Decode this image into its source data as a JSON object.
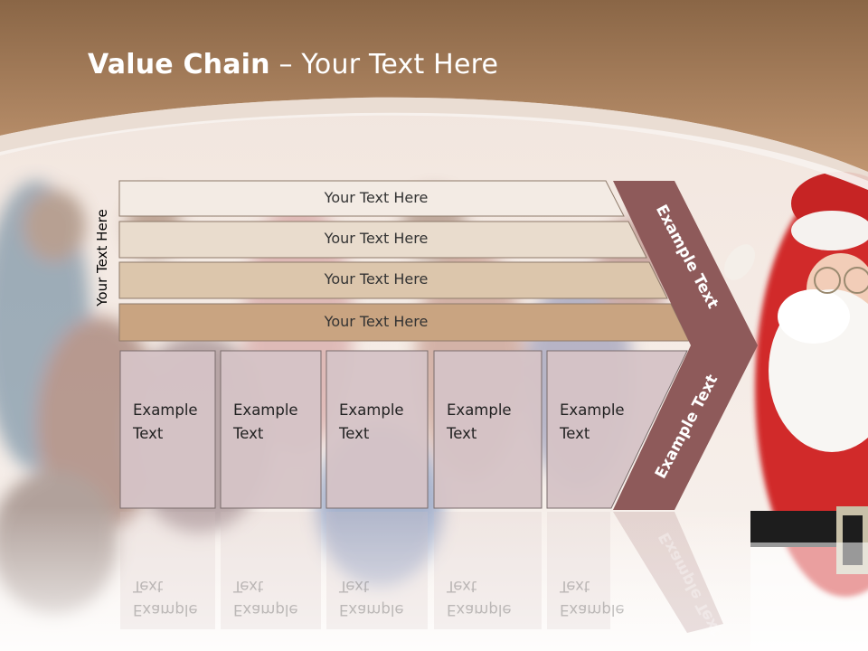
{
  "title": {
    "bold": "Value Chain",
    "rest": " – Your Text Here"
  },
  "side_label": "Your Text Here",
  "rows": [
    {
      "label": "Your Text Here",
      "color": "#f3ebe4"
    },
    {
      "label": "Your Text Here",
      "color": "#e9dccd"
    },
    {
      "label": "Your Text Here",
      "color": "#dcc6ac"
    },
    {
      "label": "Your Text Here",
      "color": "#c9a481"
    }
  ],
  "boxes": [
    {
      "line1": "Example",
      "line2": "Text"
    },
    {
      "line1": "Example",
      "line2": "Text"
    },
    {
      "line1": "Example",
      "line2": "Text"
    },
    {
      "line1": "Example",
      "line2": "Text"
    },
    {
      "line1": "Example",
      "line2": "Text"
    }
  ],
  "chevron_top_label": "Example Text",
  "chevron_bottom_label": "Example Text",
  "colors": {
    "header_top": "#8a6646",
    "header_bottom": "#bd9168",
    "chevron": "#8e5a5a",
    "box_fill": "#d5c3c6",
    "box_border": "#7a6c6c"
  },
  "illustration": "santa-claus-and-crowd-photo"
}
